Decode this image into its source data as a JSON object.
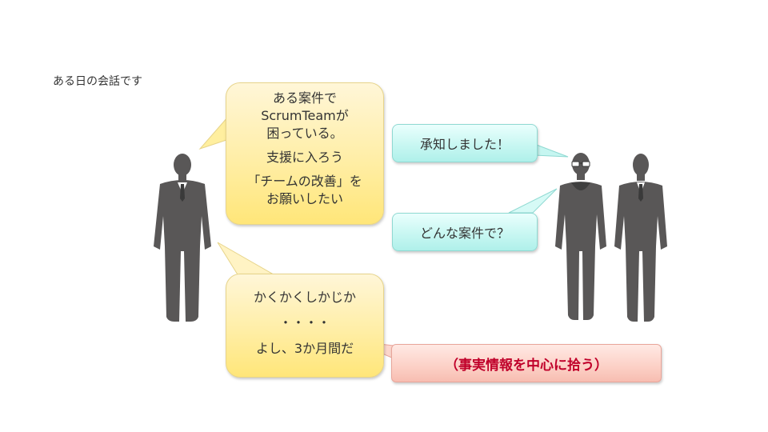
{
  "caption": "ある日の会話です",
  "bubble_top": {
    "lines": [
      "ある案件で",
      "ScrumTeamが",
      "困っている。",
      "支援に入ろう",
      "「チームの改善」を",
      "お願いしたい"
    ]
  },
  "bubble_bottom": {
    "lines": [
      "かくかくしかじか",
      "・・・・",
      "よし、3か月間だ"
    ]
  },
  "reply_1": "承知しました！",
  "reply_2": "どんな案件で？",
  "note": "（事実情報を中心に拾う）",
  "colors": {
    "silhouette": "#595757",
    "note_text": "#c0002a"
  }
}
